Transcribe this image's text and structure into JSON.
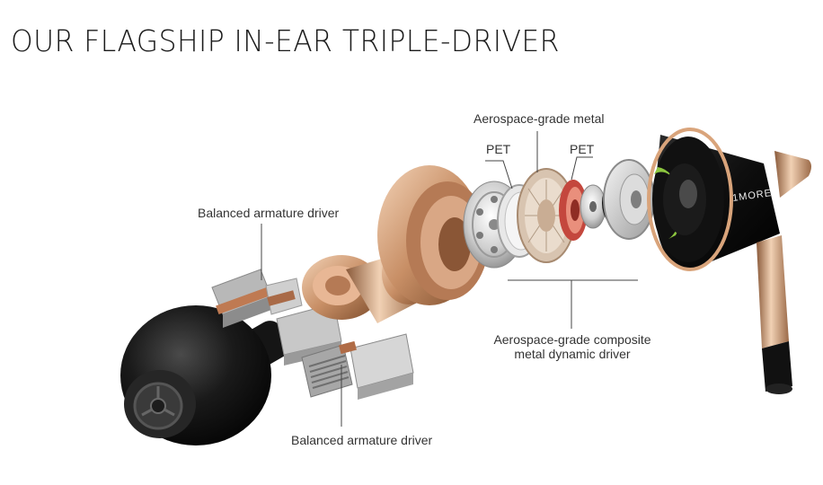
{
  "title": "OUR FLAGSHIP IN-EAR TRIPLE-DRIVER",
  "labels": {
    "aerospace_metal": "Aerospace-grade metal",
    "pet_left": "PET",
    "pet_right": "PET",
    "ba_driver_top": "Balanced armature driver",
    "ba_driver_bottom": "Balanced armature driver",
    "dynamic_driver_line1": "Aerospace-grade composite",
    "dynamic_driver_line2": "metal dynamic driver"
  },
  "brand": "1MORE",
  "colors": {
    "gold": "#c99873",
    "black": "#141414",
    "green": "#8cc63f",
    "silver": "#cfcfcf",
    "copper": "#c0673b"
  }
}
